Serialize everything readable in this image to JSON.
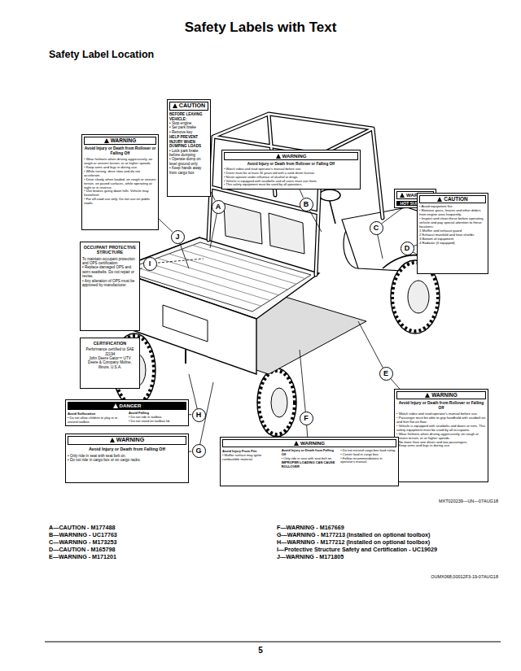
{
  "diagram": {
    "title": "Safety Labels with Text",
    "nodes": [
      {
        "text": [
          "CAUTION",
          "BEFORE LEAVING VEHICLE:",
          "• Stop engine",
          "• Set park brake",
          "• Remove key",
          "HELP PREVENT INJURY WHEN DUMPING LOADS",
          "• Lock park brake before dumping",
          "• Operate dump on level ground only",
          "• Keep hands away from cargo box"
        ]
      },
      {
        "text": [
          "WARNING",
          "Avoid Injury or Death from Rollover or Falling Off",
          "• Wear helmets when driving aggressively, on rough or uneven terrain, or at higher speeds.",
          "• Keep arms and legs in during use.",
          "• While turning, drive slow and do not accelerate.",
          "• Drive slowly when loaded, on rough or uneven terrain, on paved surfaces, while operating at night or in reverse.",
          "• Use brakes going down hills. Vehicle may freewheel.",
          "• For off-road use only. Do not use on public roads."
        ]
      },
      {
        "text": [
          "WARNING",
          "Avoid Injury or Death from Rollover or Falling Off",
          "• Watch video and read operator's manual before use.",
          "• Driver must be at least 16 years old with a valid driver license.",
          "• Never operate under influence of alcohol or drugs.",
          "• Vehicle is equipped with seatbelts and all users must use them.",
          "• This safety equipment must be used by all operators."
        ]
      },
      {
        "text": [
          "A"
        ]
      },
      {
        "text": [
          "WARNING",
          "HOT SURFACE"
        ]
      },
      {
        "text": [
          "CAUTION",
          "• Avoid equipment fire.",
          "• Remove grass, leaves and other debris from engine area frequently.",
          "• Inspect and clean these before operating vehicle and pay special attention to these locations:",
          "1 Muffler and exhaust guard",
          "2 Exhaust manifold and heat shields",
          "3 Bottom of equipment",
          "4 Radiator (if equipped)"
        ]
      },
      {
        "text": [
          "J"
        ]
      },
      {
        "text": [
          "B"
        ]
      },
      {
        "text": [
          "C"
        ]
      },
      {
        "text": [
          "OCCUPANT PROTECTIVE STRUCTURE",
          "To maintain occupant protection and OPS certification:",
          "• Replace damaged OPS and worn seatbelts. Do not repair or revise.",
          "• Any alteration of OPS must be approved by manufacturer."
        ]
      },
      {
        "text": [
          "CERTIFICATION",
          "Performance certified to SAE J2194",
          "John Deere Gator™ UTV",
          "Deere & Company Moline, Illinois, U.S.A."
        ]
      },
      {
        "text": [
          "I"
        ]
      },
      {
        "text": [
          "D"
        ]
      },
      {
        "text": [
          "E"
        ]
      },
      {
        "text": [
          "WARNING",
          "Avoid Injury or Death from Rollover or Falling Off",
          "• Watch video and read operator's manual before use.",
          "• Passenger must be able to grip handhold with seatbelt on and feet flat on floor.",
          "• Vehicle is equipped with seatbelts and doors or nets. This safety equipment must be used by all occupants.",
          "• Wear helmets when driving aggressively, on rough or uneven terrain, or at higher speeds.",
          "• No more than one driver and two passengers.",
          "• Keep arms and legs in during use."
        ]
      },
      {
        "text": [
          "DANGER",
          "Avoid Suffocation",
          "• Do not allow children to play in or around toolbox.",
          "Avoid Falling",
          "• Do not ride in toolbox.",
          "• Do not stand on toolbox lid."
        ]
      },
      {
        "text": [
          "H"
        ]
      },
      {
        "text": [
          "F"
        ]
      },
      {
        "text": [
          "G"
        ]
      },
      {
        "text": [
          "WARNING",
          "Avoid Injury or Death from Falling Off",
          "• Only ride in seat with seat belt on.",
          "• Do not ride in cargo box or on cargo racks."
        ]
      },
      {
        "text": [
          "WARNING",
          "Avoid Injury From Fire",
          "• Muffler surface may ignite combustible material.",
          "Avoid Injury or Death from Falling Off",
          "• Only ride in seat with seat belt on.",
          "IMPROPER LOADING CAN CAUSE ROLLOVER",
          "• Do not exceed cargo box load rating.",
          "• Center load in cargo box.",
          "• Follow recommendations in operator's manual."
        ]
      }
    ],
    "edges": [
      {
        "from": 0,
        "to": 3,
        "arrow": "none"
      },
      {
        "from": 1,
        "to": 6,
        "arrow": "none"
      },
      {
        "from": 2,
        "to": 7,
        "arrow": "none"
      },
      {
        "from": 4,
        "to": 8,
        "arrow": "none"
      },
      {
        "from": 5,
        "to": 12,
        "arrow": "none"
      },
      {
        "from": 9,
        "to": 11,
        "arrow": "none"
      },
      {
        "from": 14,
        "to": 13,
        "arrow": "none"
      },
      {
        "from": 15,
        "to": 16,
        "arrow": "none"
      },
      {
        "from": 19,
        "to": 18,
        "arrow": "none"
      },
      {
        "from": 20,
        "to": 17,
        "arrow": "none"
      }
    ],
    "labels": [
      "Safety Label Location",
      "MXT020239—UN—07AUG18",
      "A—CAUTION - M177488",
      "B—WARNING - UC17763",
      "C—WARNING - M173253",
      "D—CAUTION - M165798",
      "E—WARNING - M171201",
      "F—WARNING - M167669",
      "G—WARNING - M177213 (Installed on optional toolbox)",
      "H—WARNING - M177212 (Installed on optional toolbox)",
      "I—Protective Structure Safety and Certification - UC19029",
      "J—WARNING - M171805",
      "OUMX068,00012F3-19-07AUG18",
      "5"
    ]
  }
}
